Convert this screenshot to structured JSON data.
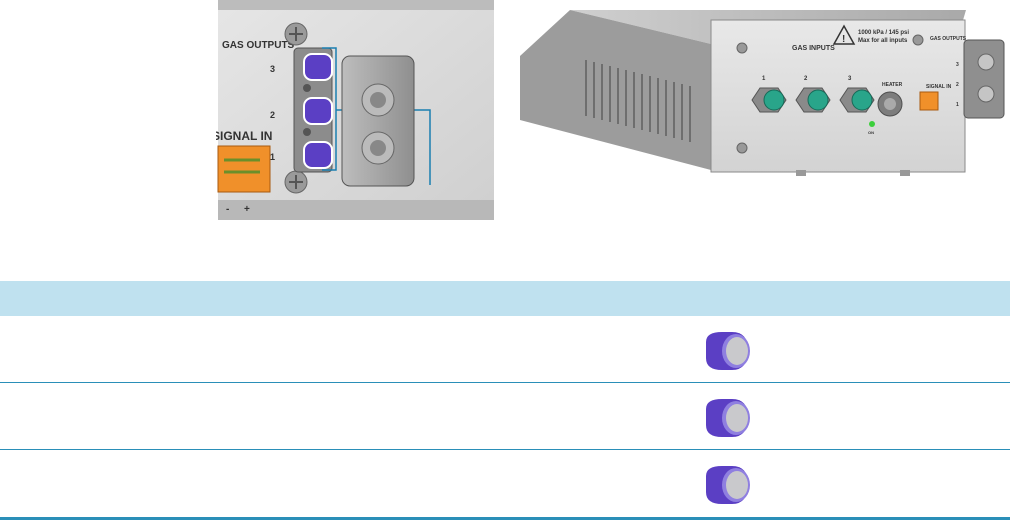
{
  "left_illustration": {
    "header": "GAS OUTPUTS",
    "port_numbers": [
      "3",
      "2",
      "1"
    ],
    "signal_label": "SIGNAL IN",
    "polarity": [
      "-",
      "+"
    ]
  },
  "right_illustration": {
    "gas_inputs_label": "GAS INPUTS",
    "warning_line1": "1000 kPa / 145 psi",
    "warning_line2": "Max for all inputs",
    "input_numbers": [
      "1",
      "2",
      "3"
    ],
    "heater_label": "HEATER",
    "on_label": "ON",
    "signal_label": "SIGNAL IN",
    "gas_outputs_label": "GAS OUTPUTS",
    "output_numbers": [
      "3",
      "2",
      "1"
    ]
  },
  "table": {
    "rows": [
      {
        "icon": "purple-port-cap-icon"
      },
      {
        "icon": "purple-port-cap-icon"
      },
      {
        "icon": "purple-port-cap-icon"
      }
    ]
  },
  "colors": {
    "header_band": "#bfe1ef",
    "rule": "#2a8fb8",
    "cap_purple": "#5b3fc4",
    "cap_face": "#c9c9cc",
    "connector_orange": "#f0902a"
  }
}
